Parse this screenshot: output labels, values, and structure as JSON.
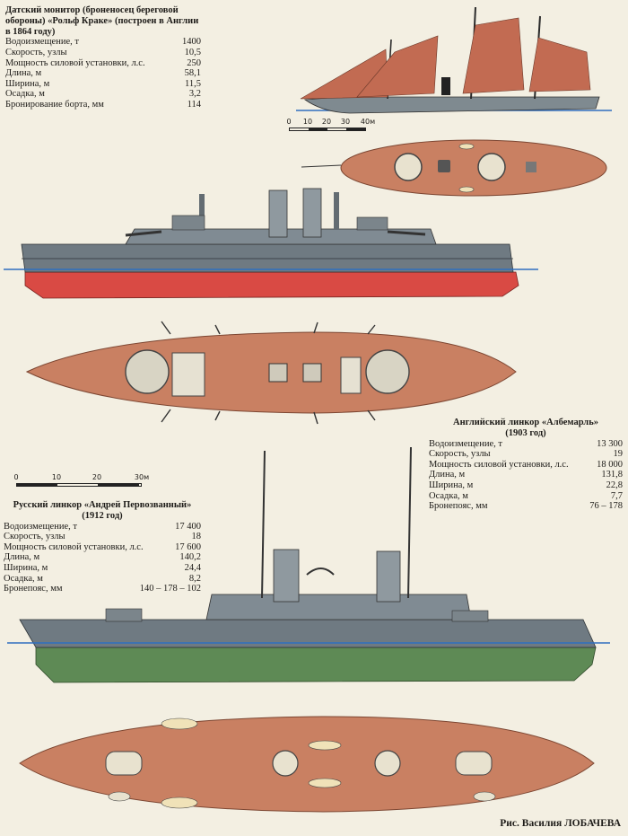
{
  "monitor": {
    "title": "Датский монитор (броненосец береговой обороны) «Рольф Краке» (построен в Англии в 1864 году)",
    "specs": [
      {
        "label": "Водоизмещение, т",
        "value": "1400"
      },
      {
        "label": "Скорость, узлы",
        "value": "10,5"
      },
      {
        "label": "Мощность силовой установки, л.с.",
        "value": "250"
      },
      {
        "label": "Длина, м",
        "value": "58,1"
      },
      {
        "label": "Ширина, м",
        "value": "11,5"
      },
      {
        "label": "Осадка, м",
        "value": "3,2"
      },
      {
        "label": "Бронирование борта, мм",
        "value": "114"
      }
    ]
  },
  "scale_top": {
    "ticks": [
      "0",
      "10",
      "20",
      "30",
      "40м"
    ]
  },
  "albemarle": {
    "title_line1": "Английский линкор «Албемарль»",
    "title_line2": "(1903 год)",
    "specs": [
      {
        "label": "Водоизмещение, т",
        "value": "13 300"
      },
      {
        "label": "Скорость, узлы",
        "value": "19"
      },
      {
        "label": "Мощность силовой установки, л.с.",
        "value": "18 000"
      },
      {
        "label": "Длина, м",
        "value": "131,8"
      },
      {
        "label": "Ширина, м",
        "value": "22,8"
      },
      {
        "label": "Осадка, м",
        "value": "7,7"
      },
      {
        "label": "Бронепояс, мм",
        "value": "76 – 178"
      }
    ]
  },
  "scale_mid": {
    "ticks": [
      "0",
      "10",
      "20",
      "30м"
    ]
  },
  "andrey": {
    "title_line1": "Русский линкор «Андрей Первозванный»",
    "title_line2": "(1912 год)",
    "specs": [
      {
        "label": "Водоизмещение, т",
        "value": "17 400"
      },
      {
        "label": "Скорость, узлы",
        "value": "18"
      },
      {
        "label": "Мощность силовой установки, л.с.",
        "value": "17 600"
      },
      {
        "label": "Длина, м",
        "value": "140,2"
      },
      {
        "label": "Ширина, м",
        "value": "24,4"
      },
      {
        "label": "Осадка, м",
        "value": "8,2"
      },
      {
        "label": "Бронепояс, мм",
        "value": "140 – 178 – 102"
      }
    ]
  },
  "credit": "Рис. Василия ЛОБАЧЕВА",
  "colors": {
    "deck": "#c98062",
    "deck_line": "#a86448",
    "hull_grey": "#6f7a82",
    "hull_red": "#d94a44",
    "hull_green": "#5e8a55",
    "sail": "#c26b52",
    "waterline": "#2f6fc0"
  }
}
